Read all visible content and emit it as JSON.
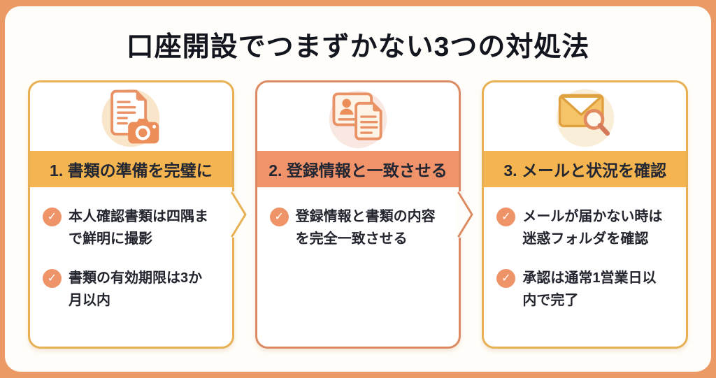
{
  "title": "口座開設でつまずかない3つの対処法",
  "cards": [
    {
      "header": "1. 書類の準備を完璧に",
      "icon": "document-camera-icon",
      "items": [
        "本人確認書類は四隅まで鮮明に撮影",
        "書類の有効期限は3か月以内"
      ]
    },
    {
      "header": "2. 登録情報と一致させる",
      "icon": "id-card-document-icon",
      "items": [
        "登録情報と書類の内容を完全一致させる"
      ]
    },
    {
      "header": "3. メールと状況を確認",
      "icon": "envelope-magnifier-icon",
      "items": [
        "メールが届かない時は迷惑フォルダを確認",
        "承認は通常1営業日以内で完了"
      ]
    }
  ],
  "colors": {
    "background": "#eb9a66",
    "panel": "#fffdf9",
    "title_text": "#14161f",
    "gold_border": "#e7b052",
    "gold_header_bg": "#f4b44f",
    "salmon_border": "#db8a62",
    "salmon_header_bg": "#f0936a",
    "header_text": "#232733",
    "body_text": "#23252e",
    "check_circle": "#ef9468",
    "icon_orange": "#ec8e5a",
    "icon_outline": "#e89266",
    "envelope_fill": "#f6c468",
    "envelope_outline": "#dfa13f",
    "magnifier": "#e18a5f"
  }
}
